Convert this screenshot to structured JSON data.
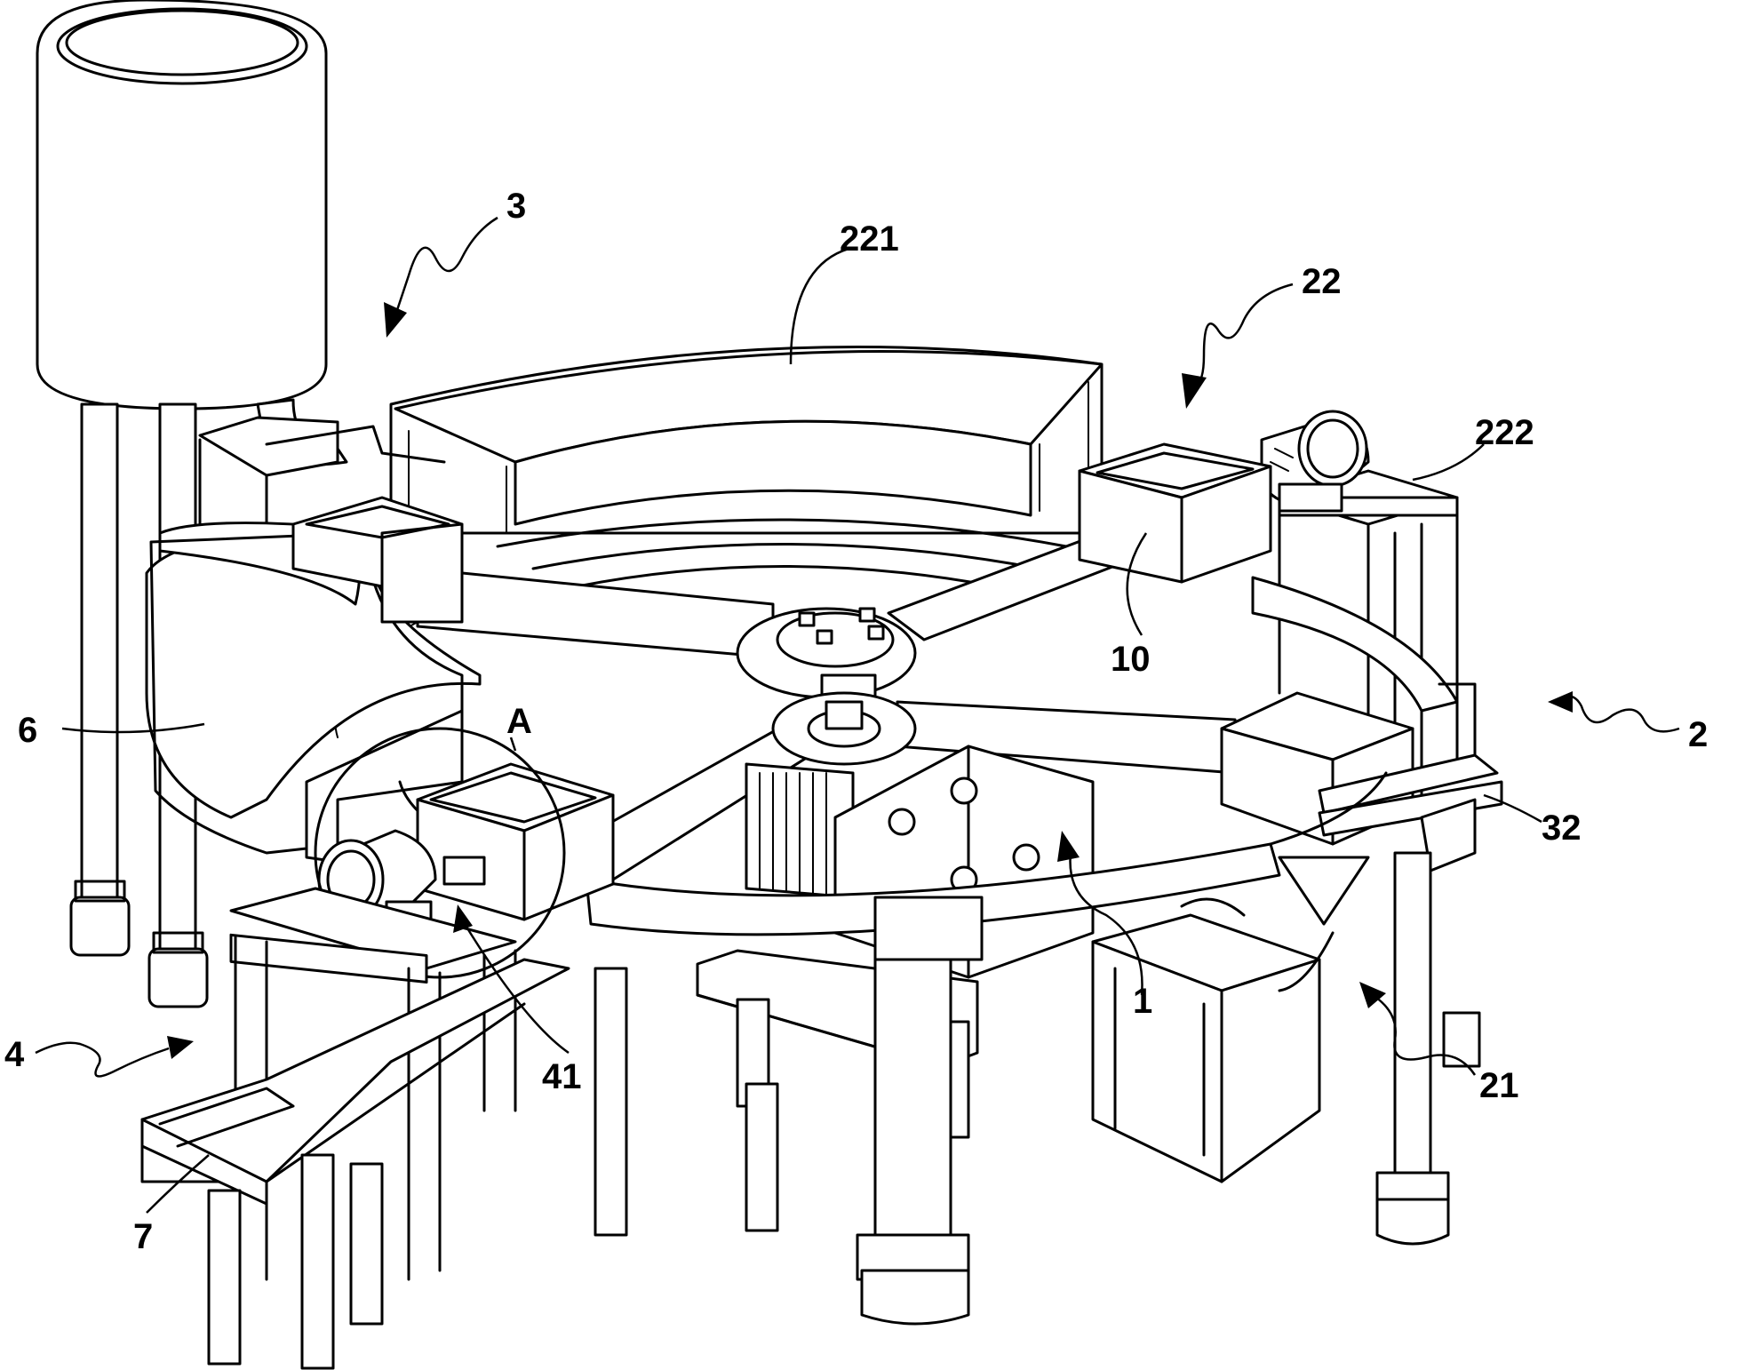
{
  "labels": {
    "l1": "1",
    "l2": "2",
    "l3": "3",
    "l4": "4",
    "l6": "6",
    "l7": "7",
    "l10": "10",
    "l21": "21",
    "l22": "22",
    "l32": "32",
    "l41": "41",
    "l221": "221",
    "l222": "222",
    "lA": "A"
  }
}
